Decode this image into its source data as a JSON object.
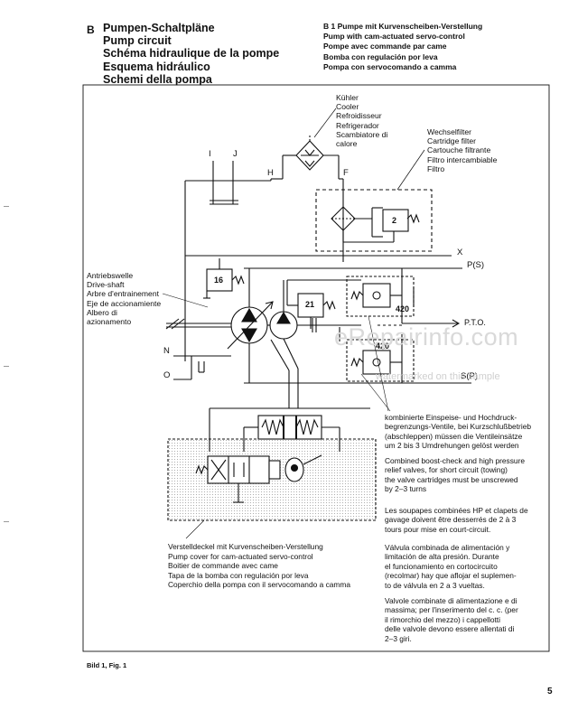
{
  "header": {
    "letter": "B",
    "titles": [
      "Pumpen-Schaltpläne",
      "Pump circuit",
      "Schéma hidraulique de la pompe",
      "Esquema hidráulico",
      "Schemi della pompa"
    ],
    "right": [
      "B 1 Pumpe mit Kurvenscheiben-Verstellung",
      "Pump with cam-actuated servo-control",
      "Pompe avec commande par came",
      "Bomba con regulación por leva",
      "Pompa con servocomando a camma"
    ]
  },
  "cooler": [
    "Kühler",
    "Cooler",
    "Refroidisseur",
    "Refrigerador",
    "Scambiatore di",
    "calore"
  ],
  "filter": [
    "Wechselfilter",
    "Cartridge filter",
    "Cartouche filtrante",
    "Filtro intercambiable",
    "Filtro"
  ],
  "drive": [
    "Antriebswelle",
    "Drive-shaft",
    "Arbre d'entrainement",
    "Eje de accionamiente",
    "Albero di",
    "azionamento"
  ],
  "ports": {
    "I": "I",
    "J": "J",
    "H": "H",
    "F": "F",
    "X": "X",
    "P": "P(S)",
    "N": "N",
    "O": "O",
    "S": "S(P)",
    "PTO": "P.T.O."
  },
  "valves": {
    "v16": "16",
    "v21": "21",
    "v2": "2",
    "v420a": "420",
    "v420b": "420"
  },
  "combined_valves": {
    "de": [
      "kombinierte Einspeise- und Hochdruck-",
      "begrenzungs-Ventile, bei Kurzschlußbetrieb",
      "(abschleppen) müssen die Ventileinsätze",
      "um 2 bis 3 Umdrehungen gelöst werden"
    ],
    "en": [
      "Combined boost-check and high pressure",
      "relief valves, for short circuit (towing)",
      "the valve cartridges must be unscrewed",
      "by 2–3 turns"
    ],
    "fr": [
      "Les soupapes combinées HP et clapets de",
      "gavage doivent être desserrés de 2 à 3",
      "tours pour mise en court-circuit."
    ],
    "es": [
      "Válvula combinada de alimentación y",
      "limitación de alta presión. Durante",
      "el funcionamiento en cortocircuito",
      "(recolmar) hay que aflojar el suplemen-",
      "to de válvula en 2 a 3 vueltas."
    ],
    "it": [
      "Valvole combinate di alimentazione e di",
      "massima; per l'inserimento del c. c. (per",
      "il rimorchio del mezzo) i cappellotti",
      "delle valvole devono essere allentati di",
      "2–3 giri."
    ]
  },
  "cover": [
    "Verstelldeckel mit Kurvenscheiben-Verstellung",
    "Pump cover for cam-actuated servo-control",
    "Boitier de commande avec came",
    "Tapa de la bomba con regulación por leva",
    "Coperchio della pompa con il servocomando a camma"
  ],
  "watermark": {
    "main": "eRepairinfo.com",
    "sub": "watermarked on this sample"
  },
  "figure_label": "Bild 1, Fig. 1",
  "page_number": "5"
}
